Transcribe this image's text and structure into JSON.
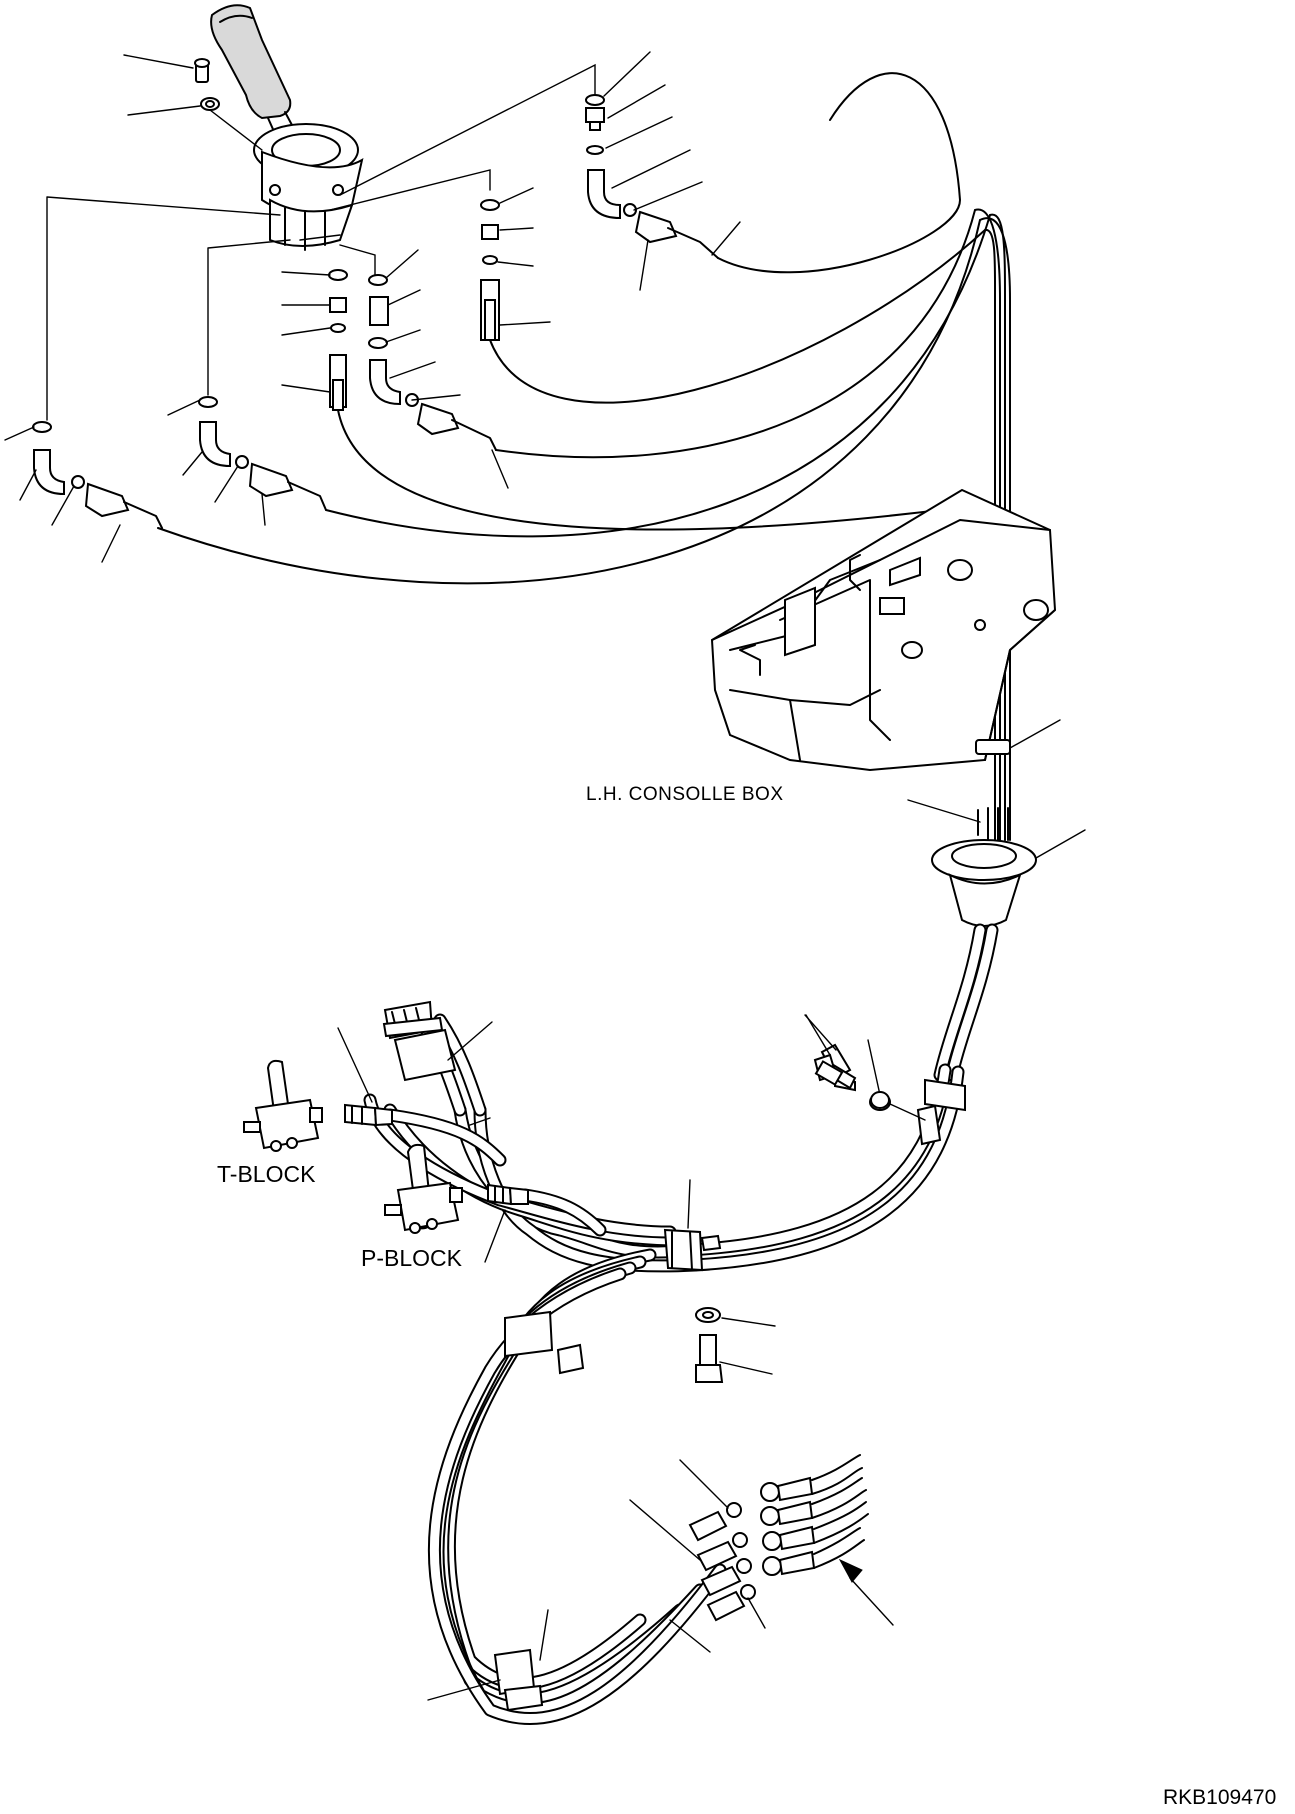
{
  "labels": {
    "console_box": "L.H. CONSOLLE BOX",
    "t_block": "T-BLOCK",
    "p_block": "P-BLOCK",
    "drawing_ref": "RKB109470"
  }
}
